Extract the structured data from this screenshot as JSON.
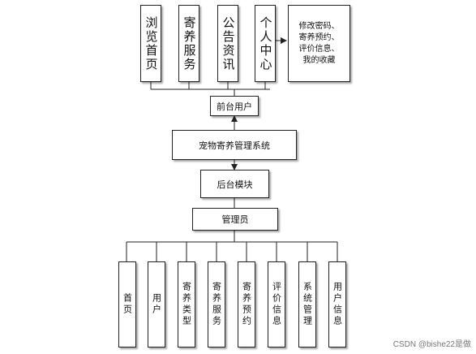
{
  "diagram": {
    "user_modules": [
      "浏览首页",
      "寄养服务",
      "公告资讯",
      "个人中心"
    ],
    "personal_center_details": [
      "修改密码、",
      "寄养预约、",
      "评价信息、",
      "我的收藏"
    ],
    "frontend_user": "前台用户",
    "system": "宠物寄养管理系统",
    "backend_module": "后台模块",
    "admin": "管理员",
    "admin_modules": [
      "首页",
      "用户",
      "寄养类型",
      "寄养服务",
      "寄养预约",
      "评价信息",
      "系统管理",
      "用户信息"
    ]
  },
  "watermark": "CSDN @bishe22是做",
  "colors": {
    "line": "#222222",
    "box_border": "#222222",
    "background": "#ffffff"
  }
}
